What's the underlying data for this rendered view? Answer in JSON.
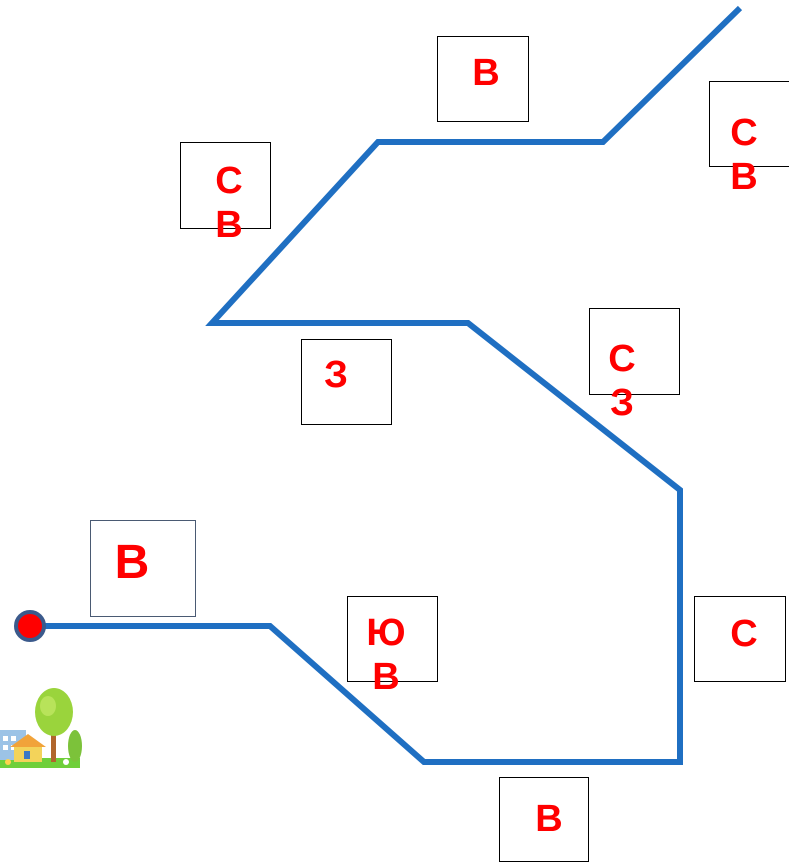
{
  "colors": {
    "route": "#1f6fc2",
    "label": "#ff0000",
    "start_dot_fill": "#ff0000",
    "start_dot_ring": "#3b5a8c"
  },
  "icons": {
    "start": "start-point-icon",
    "destination": "village-with-tree-icon"
  },
  "segments": [
    {
      "direction": "В"
    },
    {
      "direction": "Ю\nВ"
    },
    {
      "direction": "В"
    },
    {
      "direction": "С"
    },
    {
      "direction": "С\nЗ"
    },
    {
      "direction": "З"
    },
    {
      "direction": "С\nВ"
    },
    {
      "direction": "В"
    },
    {
      "direction": "С\nВ"
    }
  ]
}
